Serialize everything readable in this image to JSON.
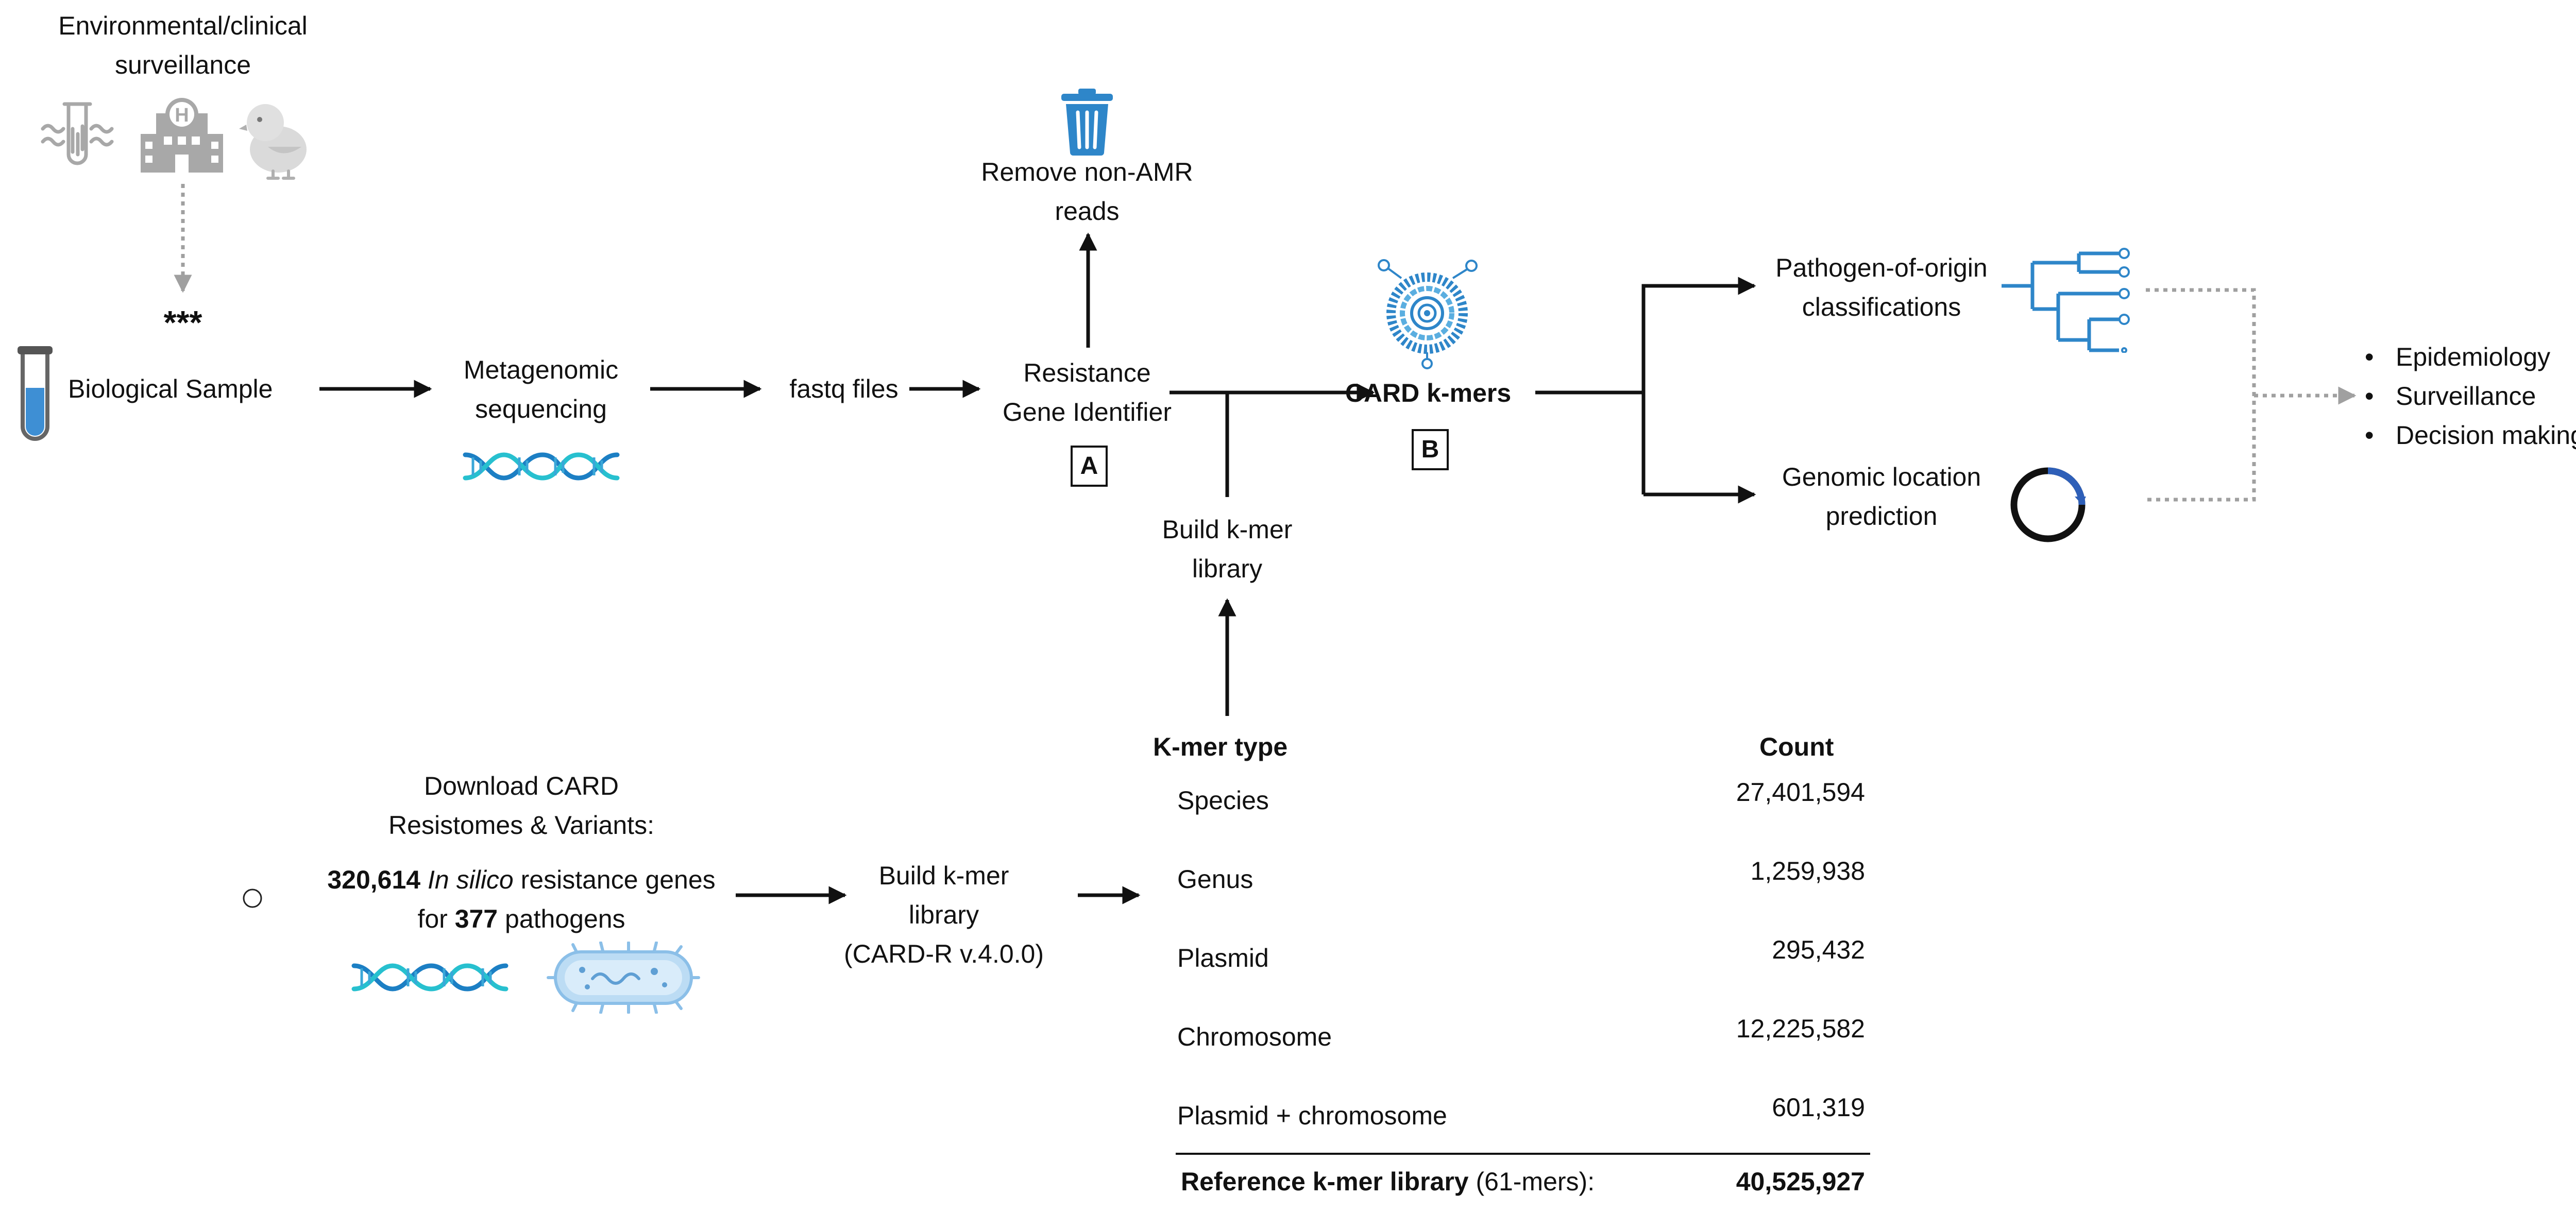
{
  "surveillance": {
    "title_line1": "Environmental/clinical",
    "title_line2": "surveillance",
    "stars": "***"
  },
  "steps": {
    "bio_sample": "Biological Sample",
    "metagenomic_line1": "Metagenomic",
    "metagenomic_line2": "sequencing",
    "fastq": "fastq files",
    "rgi_line1": "Resistance",
    "rgi_line2": "Gene Identifier",
    "rgi_badge": "A",
    "remove_line1": "Remove non-AMR",
    "remove_line2": "reads",
    "card_kmers": "CARD k-mers",
    "card_badge": "B",
    "build_top_line1": "Build k-mer",
    "build_top_line2": "library",
    "pathogen_line1": "Pathogen-of-origin",
    "pathogen_line2": "classifications",
    "genomic_line1": "Genomic location",
    "genomic_line2": "prediction"
  },
  "outcomes": [
    "Epidemiology",
    "Surveillance",
    "Decision making"
  ],
  "download": {
    "line1": "Download CARD",
    "line2": "Resistomes & Variants:",
    "gene_count": "320,614",
    "in_silico": "In silico",
    "genes_text": " resistance genes",
    "for_text": "for ",
    "pathogen_count": "377",
    "pathogens_text": " pathogens"
  },
  "build_bottom": {
    "line1": "Build k-mer",
    "line2": "library",
    "line3": "(CARD-R v.4.0.0)"
  },
  "kmer_table": {
    "header_type": "K-mer type",
    "header_count": "Count",
    "rows": [
      {
        "type": "Species",
        "count": "27,401,594"
      },
      {
        "type": "Genus",
        "count": "1,259,938"
      },
      {
        "type": "Plasmid",
        "count": "295,432"
      },
      {
        "type": "Chromosome",
        "count": "12,225,582"
      },
      {
        "type": "Plasmid + chromosome",
        "count": "601,319"
      }
    ],
    "total_label": "Reference k-mer library",
    "total_suffix": " (61-mers):",
    "total_count": "40,525,927"
  },
  "colors": {
    "accent_blue": "#2e86c9",
    "dna_teal": "#20b5c8",
    "gray_icon": "#a8a8a8",
    "dotted_gray": "#a0a0a0"
  },
  "icons": [
    "test-tubes-icon",
    "hospital-icon",
    "chick-icon",
    "sample-tube-icon",
    "dna-icon",
    "trash-icon",
    "card-kmer-icon",
    "phylogeny-tree-icon",
    "plasmid-ring-icon",
    "bacterium-icon"
  ]
}
